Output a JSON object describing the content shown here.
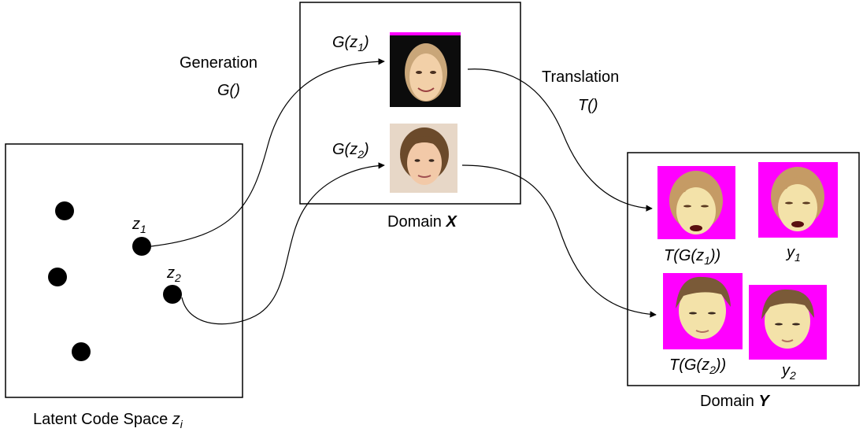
{
  "latent_space": {
    "label": "Latent Code Space ",
    "var": "z",
    "var_sub": "i",
    "z1_var": "z",
    "z1_sub": "1",
    "z2_var": "z",
    "z2_sub": "2"
  },
  "generation": {
    "label": "Generation",
    "func": "G()"
  },
  "translation": {
    "label": "Translation",
    "func": "T()"
  },
  "domain_x": {
    "label": "Domain ",
    "letter": "X",
    "g1_prefix": "G(z",
    "g1_sub": "1",
    "g1_suffix": ")",
    "g2_prefix": "G(z",
    "g2_sub": "2",
    "g2_suffix": ")"
  },
  "domain_y": {
    "label": "Domain ",
    "letter": "Y",
    "t1_prefix": "T(G(z",
    "t1_sub": "1",
    "t1_suffix": "))",
    "y1_var": "y",
    "y1_sub": "1",
    "t2_prefix": "T(G(z",
    "t2_sub": "2",
    "t2_suffix": "))",
    "y2_var": "y",
    "y2_sub": "2"
  },
  "colors": {
    "magenta": "#ff00ff",
    "dot": "#000000",
    "line": "#000000",
    "skin": "#f2d0a8",
    "hair_blonde": "#c9a679",
    "hair_brown": "#6b4a2b",
    "photo_dark": "#0c0c0c",
    "photo_light": "#e7d7c7"
  }
}
